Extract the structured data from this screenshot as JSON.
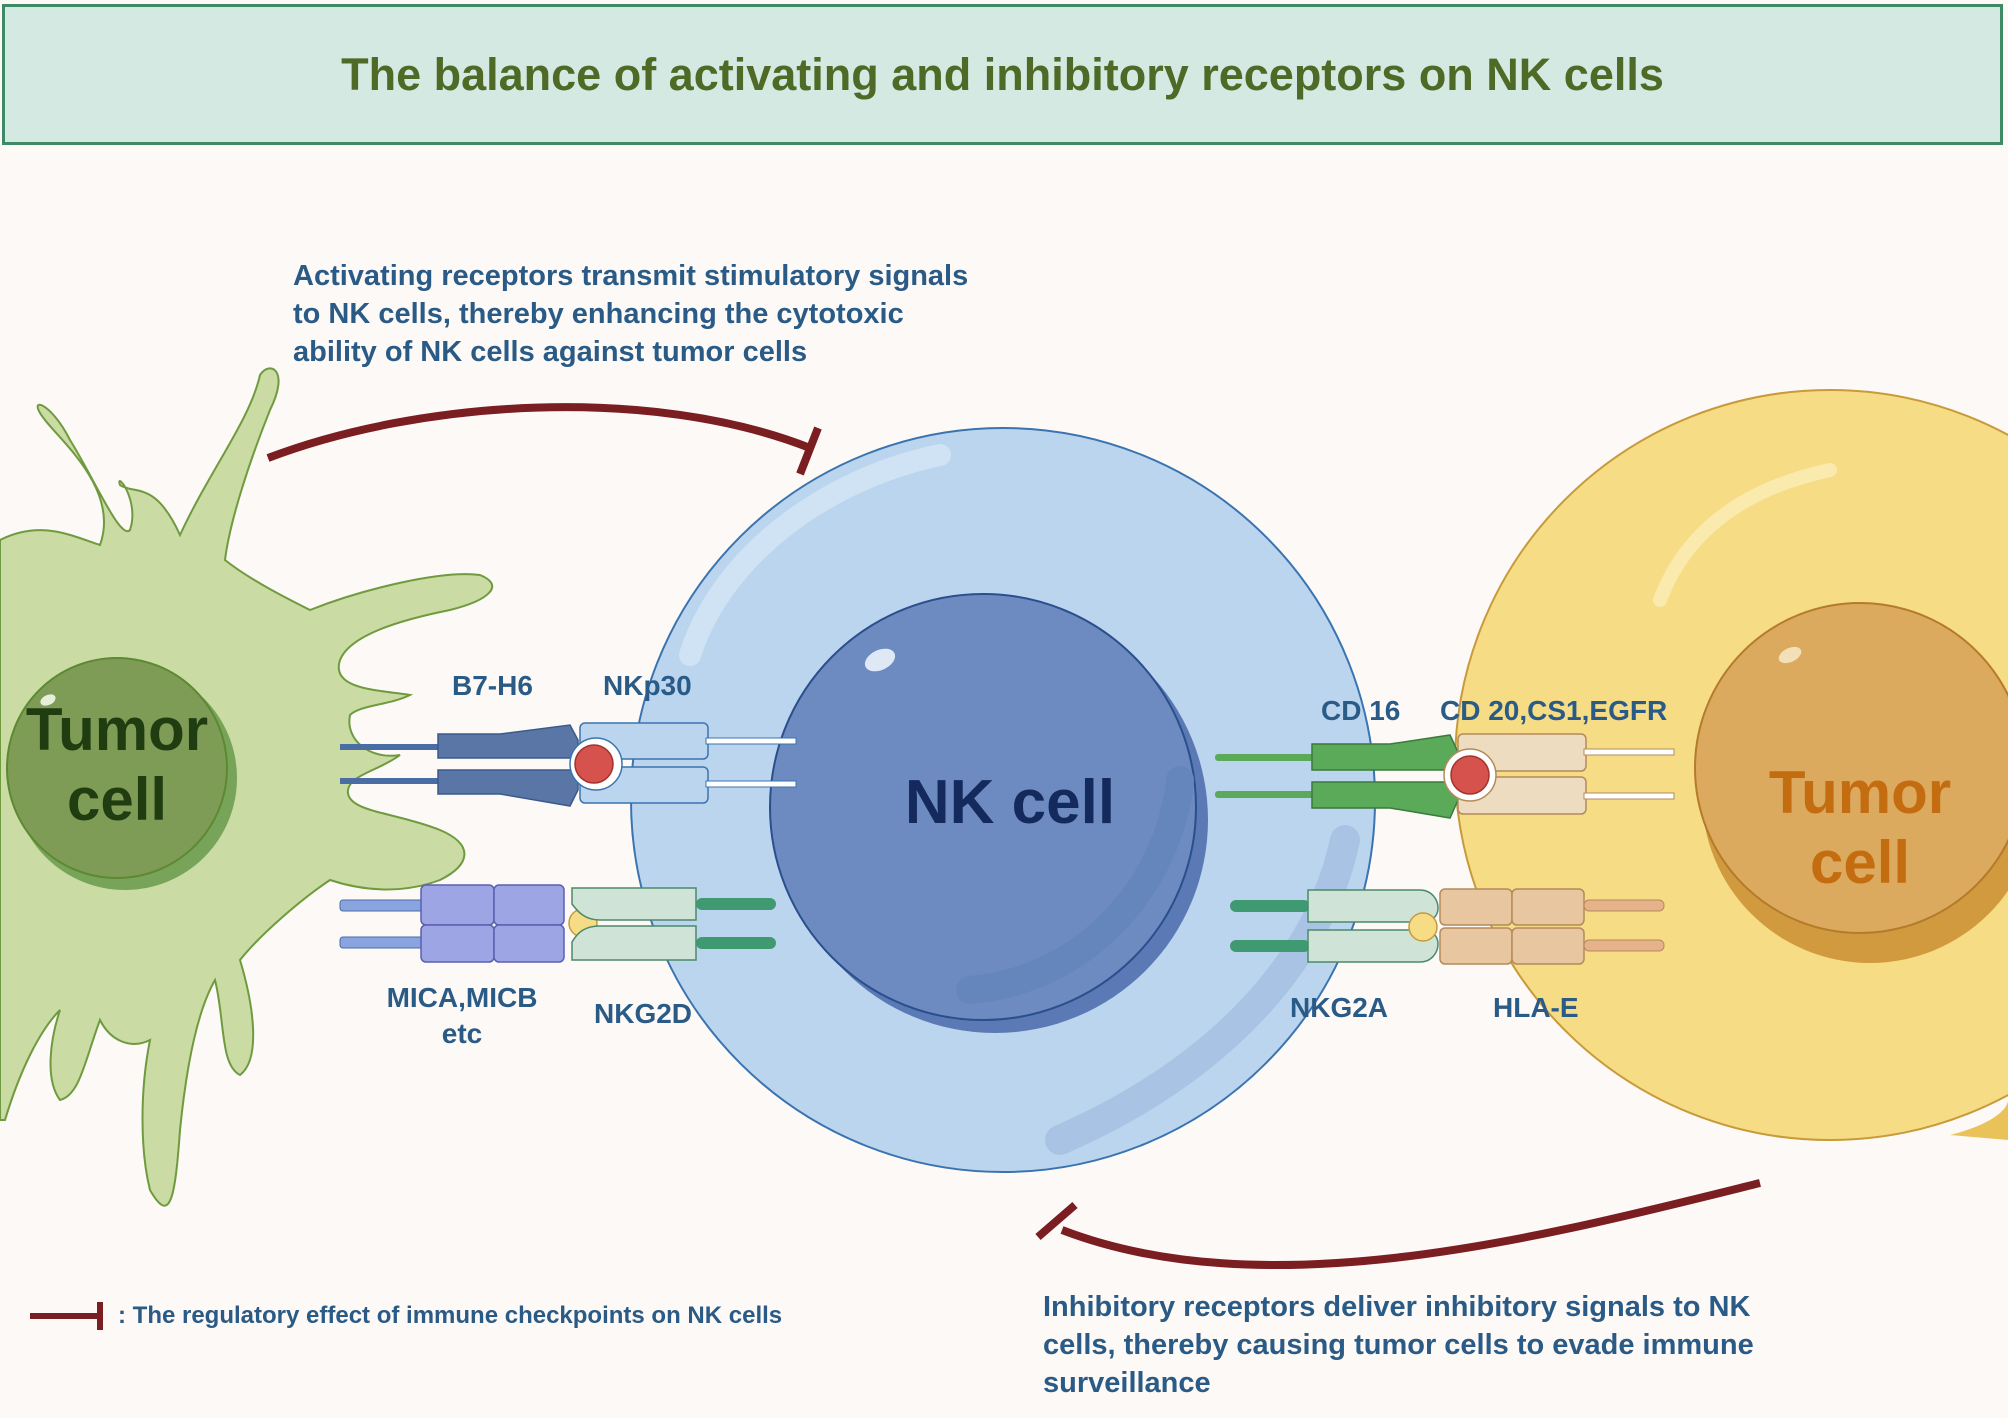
{
  "title": "The balance of activating and inhibitory receptors on NK cells",
  "cells": {
    "left_tumor": "Tumor cell",
    "nk": "NK cell",
    "right_tumor": "Tumor cell"
  },
  "labels": {
    "b7h6": "B7-H6",
    "nkp30": "NKp30",
    "mica": [
      "MICA,MICB",
      "etc"
    ],
    "nkg2d": "NKG2D",
    "cd16": "CD 16",
    "cd20": "CD 20,CS1,EGFR",
    "nkg2a": "NKG2A",
    "hlae": "HLA-E"
  },
  "captions": {
    "activating": [
      "Activating receptors transmit stimulatory signals",
      "to NK cells, thereby enhancing the cytotoxic",
      "ability of NK cells against tumor cells"
    ],
    "inhibitory": [
      "Inhibitory receptors deliver inhibitory signals to NK",
      "cells, thereby causing tumor cells to evade immune",
      "surveillance"
    ]
  },
  "legend": ": The regulatory effect of immune checkpoints on NK cells",
  "colors": {
    "inhibition_arrow": "#7a1e22",
    "nk_cell": "#bcd5ef",
    "nk_nucleus": "#6d8bc1",
    "left_tumor": "#cadba4",
    "right_tumor": "#f6dc85",
    "text": "#2a5a86"
  }
}
